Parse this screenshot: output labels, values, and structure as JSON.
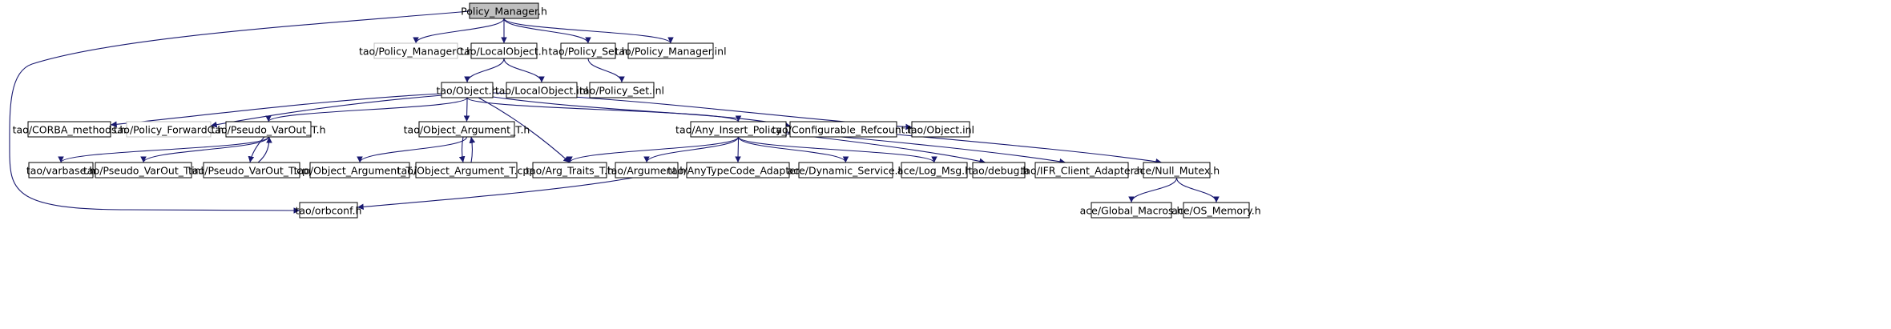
{
  "graph": {
    "root": "Policy_Manager.h",
    "edge_color": "#191970",
    "nodes": [
      {
        "id": "root",
        "label": "Policy_Manager.h",
        "style": "root"
      },
      {
        "id": "policy_managerc",
        "label": "tao/Policy_ManagerC.h",
        "style": "gray"
      },
      {
        "id": "localobject_h",
        "label": "tao/LocalObject.h",
        "style": "normal"
      },
      {
        "id": "policy_set_h",
        "label": "tao/Policy_Set.h",
        "style": "normal"
      },
      {
        "id": "policy_manager_inl",
        "label": "tao/Policy_Manager.inl",
        "style": "normal"
      },
      {
        "id": "object_h",
        "label": "tao/Object.h",
        "style": "normal"
      },
      {
        "id": "localobject_inl",
        "label": "tao/LocalObject.inl",
        "style": "normal"
      },
      {
        "id": "policy_set_inl",
        "label": "tao/Policy_Set.inl",
        "style": "normal"
      },
      {
        "id": "corba_methods",
        "label": "tao/CORBA_methods.h",
        "style": "normal"
      },
      {
        "id": "policy_forwardc",
        "label": "tao/Policy_ForwardC.h",
        "style": "gray"
      },
      {
        "id": "pseudo_varout_h",
        "label": "tao/Pseudo_VarOut_T.h",
        "style": "normal"
      },
      {
        "id": "object_argument_h",
        "label": "tao/Object_Argument_T.h",
        "style": "normal"
      },
      {
        "id": "any_insert",
        "label": "tao/Any_Insert_Policy_T.h",
        "style": "normal"
      },
      {
        "id": "configurable_refcount",
        "label": "tao/Configurable_Refcount.h",
        "style": "normal"
      },
      {
        "id": "object_inl",
        "label": "tao/Object.inl",
        "style": "normal"
      },
      {
        "id": "varbase",
        "label": "tao/varbase.h",
        "style": "normal"
      },
      {
        "id": "pseudo_varout_inl",
        "label": "tao/Pseudo_VarOut_T.inl",
        "style": "normal"
      },
      {
        "id": "pseudo_varout_cpp",
        "label": "tao/Pseudo_VarOut_T.cpp",
        "style": "normal"
      },
      {
        "id": "object_argument_inl",
        "label": "tao/Object_Argument_T.inl",
        "style": "normal"
      },
      {
        "id": "object_argument_cpp",
        "label": "tao/Object_Argument_T.cpp",
        "style": "normal"
      },
      {
        "id": "arg_traits",
        "label": "tao/Arg_Traits_T.h",
        "style": "normal"
      },
      {
        "id": "argument_h",
        "label": "tao/Argument.h",
        "style": "normal"
      },
      {
        "id": "anytypecode_adapter",
        "label": "tao/AnyTypeCode_Adapter.h",
        "style": "normal"
      },
      {
        "id": "dynamic_service",
        "label": "ace/Dynamic_Service.h",
        "style": "normal"
      },
      {
        "id": "log_msg",
        "label": "ace/Log_Msg.h",
        "style": "normal"
      },
      {
        "id": "debug_h",
        "label": "tao/debug.h",
        "style": "normal"
      },
      {
        "id": "ifr_client_adapter",
        "label": "tao/IFR_Client_Adapter.h",
        "style": "normal"
      },
      {
        "id": "null_mutex",
        "label": "ace/Null_Mutex.h",
        "style": "normal"
      },
      {
        "id": "orbconf",
        "label": "tao/orbconf.h",
        "style": "normal"
      },
      {
        "id": "global_macros",
        "label": "ace/Global_Macros.h",
        "style": "normal"
      },
      {
        "id": "os_memory",
        "label": "ace/OS_Memory.h",
        "style": "normal"
      }
    ],
    "edges": [
      [
        "root",
        "policy_managerc"
      ],
      [
        "root",
        "localobject_h"
      ],
      [
        "root",
        "policy_set_h"
      ],
      [
        "root",
        "policy_manager_inl"
      ],
      [
        "root",
        "orbconf"
      ],
      [
        "localobject_h",
        "object_h"
      ],
      [
        "localobject_h",
        "localobject_inl"
      ],
      [
        "policy_set_h",
        "policy_set_inl"
      ],
      [
        "object_h",
        "corba_methods"
      ],
      [
        "object_h",
        "policy_forwardc"
      ],
      [
        "object_h",
        "pseudo_varout_h"
      ],
      [
        "object_h",
        "object_argument_h"
      ],
      [
        "object_h",
        "arg_traits"
      ],
      [
        "object_h",
        "any_insert"
      ],
      [
        "object_h",
        "configurable_refcount"
      ],
      [
        "object_h",
        "object_inl"
      ],
      [
        "pseudo_varout_h",
        "varbase"
      ],
      [
        "pseudo_varout_h",
        "pseudo_varout_inl"
      ],
      [
        "pseudo_varout_h",
        "pseudo_varout_cpp"
      ],
      [
        "pseudo_varout_cpp",
        "pseudo_varout_h"
      ],
      [
        "object_argument_h",
        "object_argument_inl"
      ],
      [
        "object_argument_h",
        "object_argument_cpp"
      ],
      [
        "object_argument_cpp",
        "object_argument_h"
      ],
      [
        "any_insert",
        "arg_traits"
      ],
      [
        "any_insert",
        "argument_h"
      ],
      [
        "any_insert",
        "anytypecode_adapter"
      ],
      [
        "any_insert",
        "dynamic_service"
      ],
      [
        "any_insert",
        "log_msg"
      ],
      [
        "any_insert",
        "debug_h"
      ],
      [
        "any_insert",
        "ifr_client_adapter"
      ],
      [
        "configurable_refcount",
        "null_mutex"
      ],
      [
        "argument_h",
        "orbconf"
      ],
      [
        "null_mutex",
        "global_macros"
      ],
      [
        "null_mutex",
        "os_memory"
      ]
    ]
  }
}
